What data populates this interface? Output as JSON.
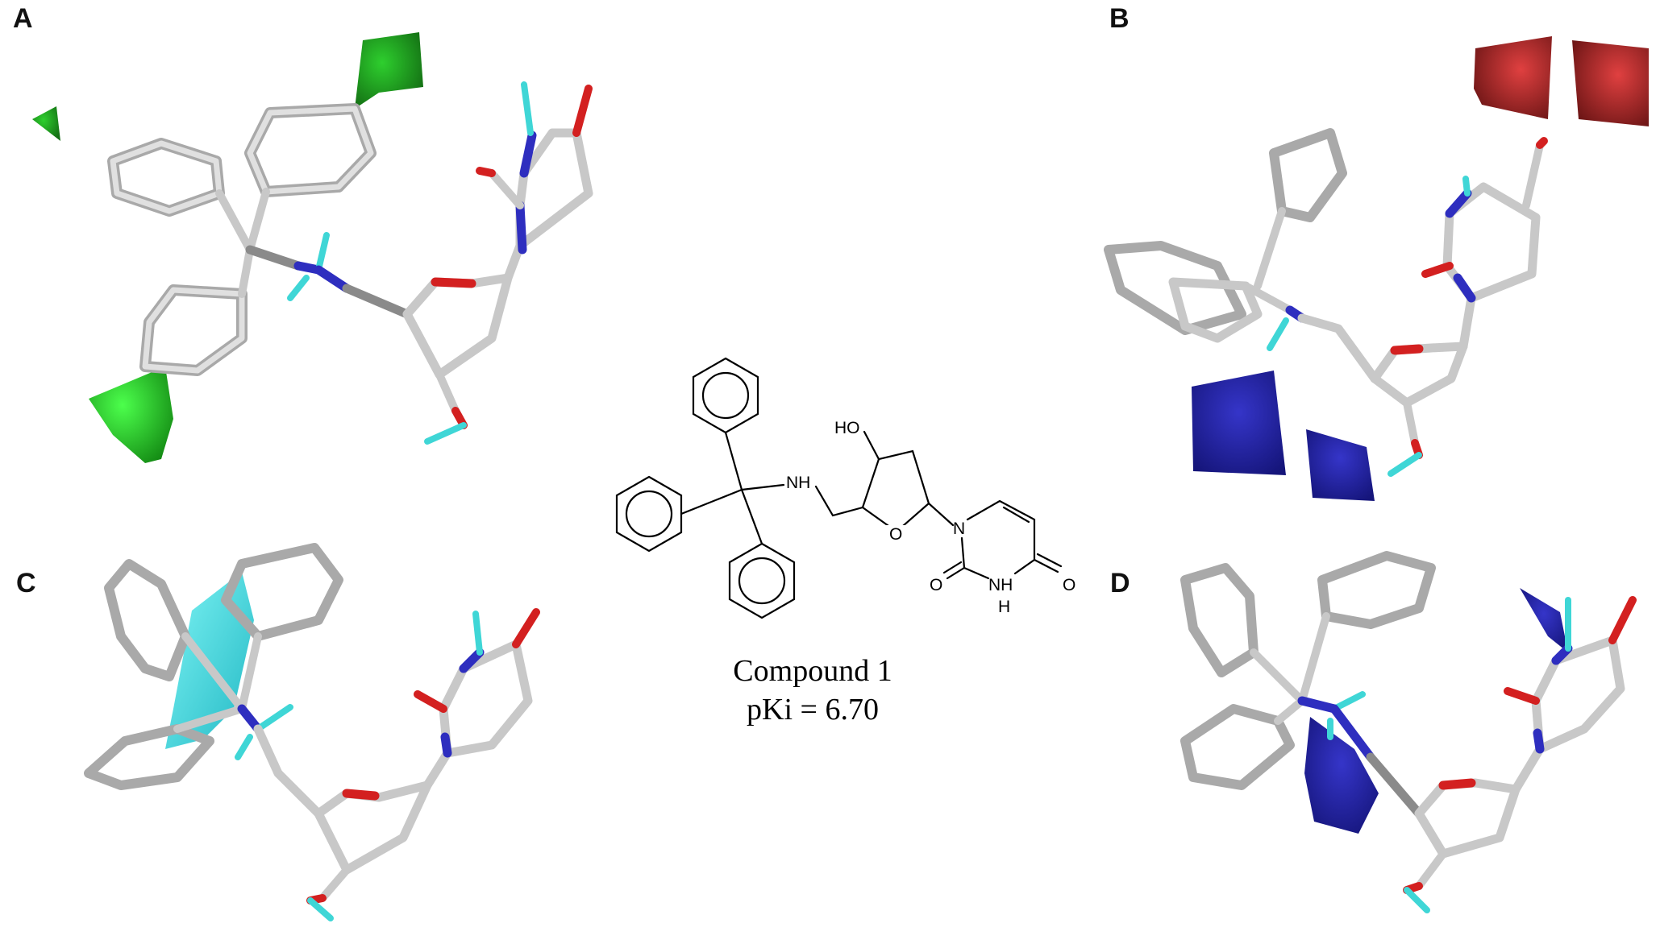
{
  "panels": [
    {
      "letter": "A"
    },
    {
      "letter": "B"
    },
    {
      "letter": "C"
    },
    {
      "letter": "D"
    }
  ],
  "compound": {
    "name": "Compound 1",
    "activity": "pKi = 6.70",
    "atoms": {
      "ho": "HO",
      "nh_amine": "NH",
      "o_ring": "O",
      "n1": "N",
      "o_left": "O",
      "n3": "NH",
      "h3": "H",
      "o_right": "O"
    }
  },
  "colors": {
    "carbon": "#c8c8c8",
    "nitrogen": "#2e2ebf",
    "oxygen": "#d32020",
    "hydrogen": "#3fd6d6",
    "steric_favorable": "#22c022",
    "steric_dark": "#2e7d32",
    "electropositive_favorable": "#2626a8",
    "electronegative_favorable": "#b32424",
    "hydrophobic": "#4ee6e6"
  }
}
